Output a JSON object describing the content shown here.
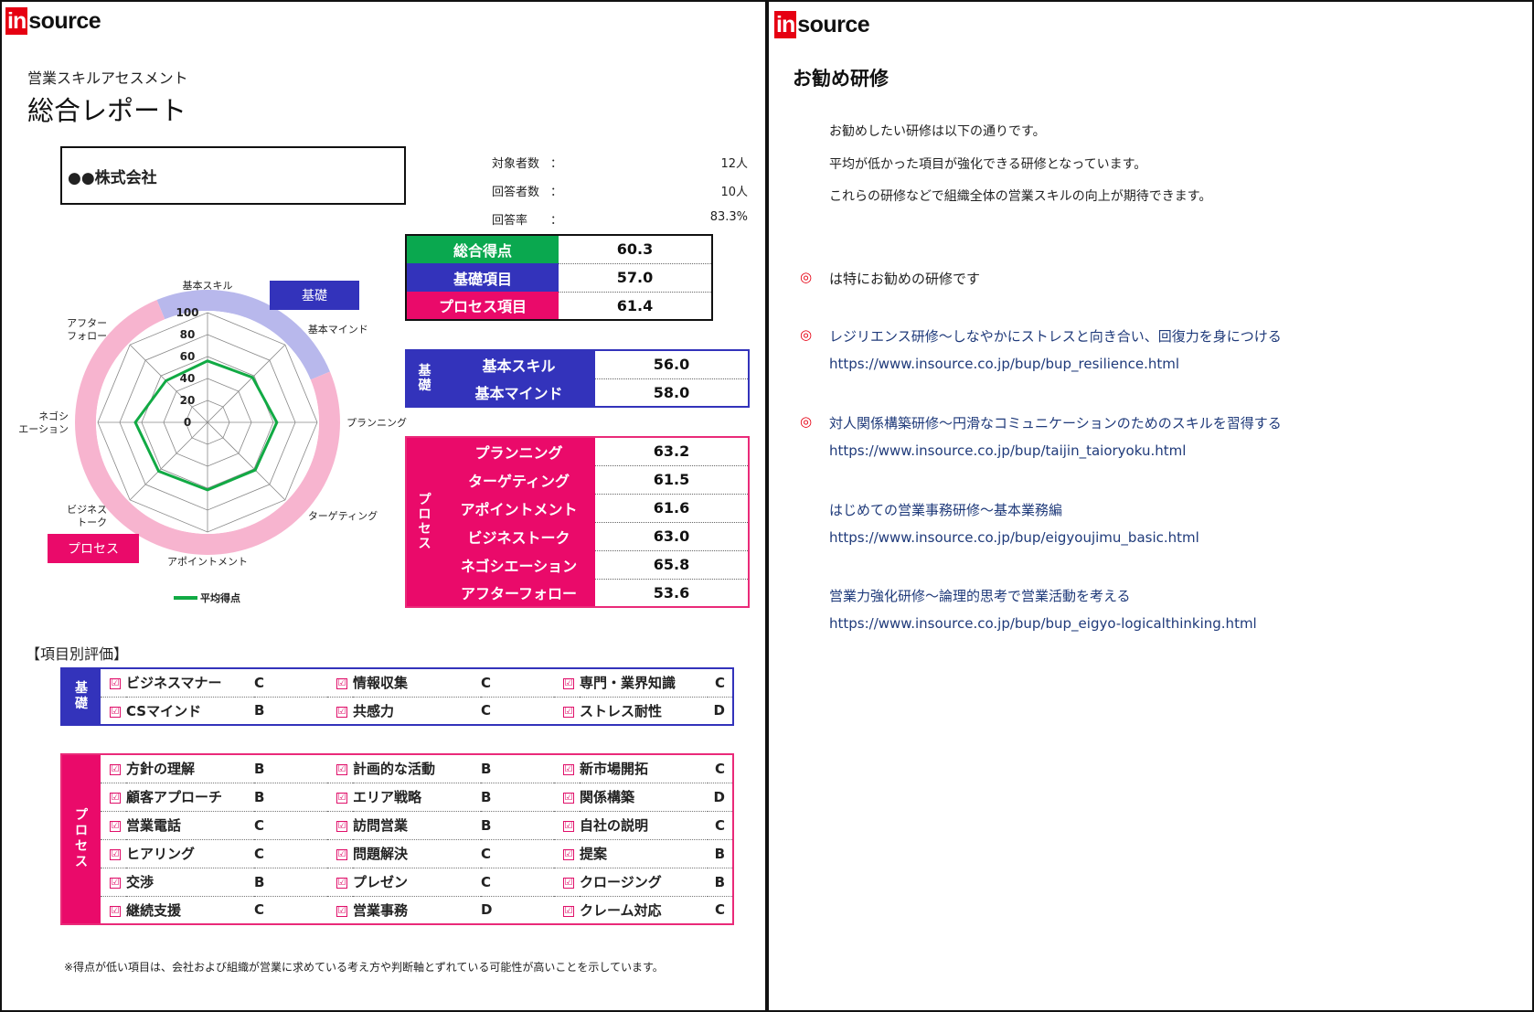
{
  "logo": {
    "in": "in",
    "source": "source"
  },
  "left": {
    "subtitle": "営業スキルアセスメント",
    "title": "総合レポート",
    "company": "●●株式会社",
    "stats": [
      {
        "label": "対象者数",
        "colon": "：",
        "value": "12人"
      },
      {
        "label": "回答者数",
        "colon": "：",
        "value": "10人"
      },
      {
        "label": "回答率",
        "colon": "：",
        "value": "83.3%"
      }
    ],
    "totals": [
      {
        "label": "総合得点",
        "value": "60.3",
        "color": "#0aa84f"
      },
      {
        "label": "基礎項目",
        "value": "57.0",
        "color": "#3333bb"
      },
      {
        "label": "プロセス項目",
        "value": "61.4",
        "color": "#ea0a6a"
      }
    ],
    "kiso_side": "基\n礎",
    "kiso": [
      {
        "label": "基本スキル",
        "value": "56.0"
      },
      {
        "label": "基本マインド",
        "value": "58.0"
      }
    ],
    "process_side": "プ\nロ\nセ\nス",
    "process": [
      {
        "label": "プランニング",
        "value": "63.2"
      },
      {
        "label": "ターゲティング",
        "value": "61.5"
      },
      {
        "label": "アポイントメント",
        "value": "61.6"
      },
      {
        "label": "ビジネストーク",
        "value": "63.0"
      },
      {
        "label": "ネゴシエーション",
        "value": "65.8"
      },
      {
        "label": "アフターフォロー",
        "value": "53.6"
      }
    ],
    "radar_tags": {
      "kiso": "基礎",
      "process": "プロセス"
    },
    "legend": "平均得点",
    "eval_heading": "【項目別評価】",
    "eval_kiso": [
      [
        {
          "name": "ビジネスマナー",
          "grade": "C"
        },
        {
          "name": "情報収集",
          "grade": "C"
        },
        {
          "name": "専門・業界知識",
          "grade": "C"
        }
      ],
      [
        {
          "name": "CSマインド",
          "grade": "B"
        },
        {
          "name": "共感力",
          "grade": "C"
        },
        {
          "name": "ストレス耐性",
          "grade": "D"
        }
      ]
    ],
    "eval_process": [
      [
        {
          "name": "方針の理解",
          "grade": "B"
        },
        {
          "name": "計画的な活動",
          "grade": "B"
        },
        {
          "name": "新市場開拓",
          "grade": "C"
        }
      ],
      [
        {
          "name": "顧客アプローチ",
          "grade": "B"
        },
        {
          "name": "エリア戦略",
          "grade": "B"
        },
        {
          "name": "関係構築",
          "grade": "D"
        }
      ],
      [
        {
          "name": "営業電話",
          "grade": "C"
        },
        {
          "name": "訪問営業",
          "grade": "B"
        },
        {
          "name": "自社の説明",
          "grade": "C"
        }
      ],
      [
        {
          "name": "ヒアリング",
          "grade": "C"
        },
        {
          "name": "問題解決",
          "grade": "C"
        },
        {
          "name": "提案",
          "grade": "B"
        }
      ],
      [
        {
          "name": "交渉",
          "grade": "B"
        },
        {
          "name": "プレゼン",
          "grade": "C"
        },
        {
          "name": "クロージング",
          "grade": "B"
        }
      ],
      [
        {
          "name": "継続支援",
          "grade": "C"
        },
        {
          "name": "営業事務",
          "grade": "D"
        },
        {
          "name": "クレーム対応",
          "grade": "C"
        }
      ]
    ],
    "check_glyph": "☑",
    "footnote": "※得点が低い項目は、会社および組織が営業に求めている考え方や判断軸とずれている可能性が高いことを示しています。"
  },
  "chart_data": {
    "type": "radar",
    "categories": [
      "基本スキル",
      "基本マインド",
      "プランニング",
      "ターゲティング",
      "アポイントメント",
      "ビジネストーク",
      "ネゴシエーション",
      "アフターフォロー"
    ],
    "category_display": [
      "基本スキル",
      "基本マインド",
      "プランニング",
      "ターゲティング",
      "アポイントメント",
      "ビジネス\nトーク",
      "ネゴシ\nエーション",
      "アフター\nフォロー"
    ],
    "series": [
      {
        "name": "平均得点",
        "values": [
          56.0,
          58.0,
          63.2,
          61.5,
          61.6,
          63.0,
          65.8,
          53.6
        ],
        "color": "#11aa44"
      }
    ],
    "ylim": [
      0,
      100
    ],
    "ticks": [
      "0",
      "20",
      "40",
      "60",
      "80",
      "100"
    ],
    "grid": true,
    "legend": "bottom",
    "group_colors": {
      "kiso": "#b8b8ec",
      "process": "#f7b4cf"
    }
  },
  "right": {
    "title": "お勧め研修",
    "intro": [
      "お勧めしたい研修は以下の通りです。",
      "平均が低かった項目が強化できる研修となっています。",
      "これらの研修などで組織全体の営業スキルの向上が期待できます。"
    ],
    "mark": "◎",
    "mark_note": "は特にお勧めの研修です",
    "courses": [
      {
        "recommended": true,
        "title": "レジリエンス研修～しなやかにストレスと向き合い、回復力を身につける",
        "url": "https://www.insource.co.jp/bup/bup_resilience.html"
      },
      {
        "recommended": true,
        "title": "対人関係構築研修～円滑なコミュニケーションのためのスキルを習得する",
        "url": "https://www.insource.co.jp/bup/taijin_taioryoku.html"
      },
      {
        "recommended": false,
        "title": "はじめての営業事務研修～基本業務編",
        "url": "https://www.insource.co.jp/bup/eigyoujimu_basic.html"
      },
      {
        "recommended": false,
        "title": "営業力強化研修～論理的思考で営業活動を考える",
        "url": "https://www.insource.co.jp/bup/bup_eigyo-logicalthinking.html"
      }
    ]
  }
}
